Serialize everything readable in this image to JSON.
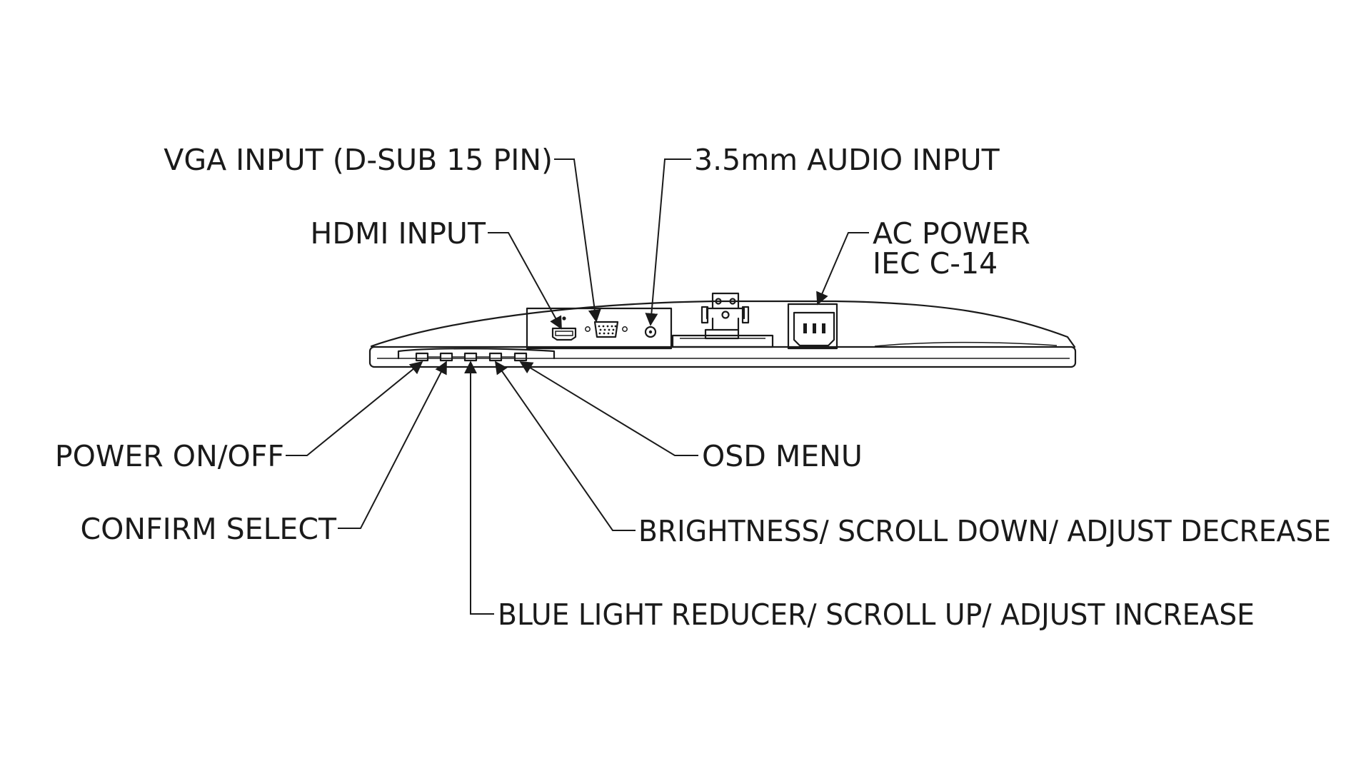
{
  "diagram": {
    "labels": {
      "vga": "VGA INPUT (D-SUB 15 PIN)",
      "audio": "3.5mm AUDIO INPUT",
      "hdmi": "HDMI INPUT",
      "ac_line1": "AC POWER",
      "ac_line2": "IEC C-14",
      "power": "POWER ON/OFF",
      "confirm": "CONFIRM SELECT",
      "osd": "OSD MENU",
      "brightness": "BRIGHTNESS/ SCROLL DOWN/ ADJUST DECREASE",
      "blue_light": "BLUE LIGHT REDUCER/ SCROLL UP/ ADJUST INCREASE"
    }
  }
}
